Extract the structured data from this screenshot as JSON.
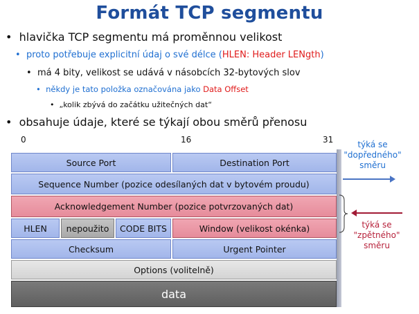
{
  "title": "Formát TCP segmentu",
  "bullets": {
    "b1": "hlavička TCP segmentu má proměnnou velikost",
    "b2_pre": "proto potřebuje explicitní údaj o své délce (",
    "b2_red": "HLEN: Header LENgth",
    "b2_post": ")",
    "b3": "má 4 bity, velikost se udává v násobcích 32-bytových slov",
    "b4_pre": "někdy je tato položka označována jako ",
    "b4_red": "Data Offset",
    "b5": "„kolik zbývá do začátku užitečných dat“",
    "b6": "obsahuje údaje, které se týkají obou směrů přenosu"
  },
  "bit_ticks": {
    "start": "0",
    "middle": "16",
    "end": "31"
  },
  "fields": {
    "source_port": "Source Port",
    "destination_port": "Destination Port",
    "sequence_number": "Sequence Number (pozice odesílaných dat v bytovém proudu)",
    "ack_number": "Acknowledgement Number (pozice potvrzovaných dat)",
    "hlen": "HLEN",
    "unused": "nepoužito",
    "code_bits": "CODE BITS",
    "window": "Window (velikost okénka)",
    "checksum": "Checksum",
    "urgent_pointer": "Urgent Pointer",
    "options": "Options (volitelně)",
    "data": "data"
  },
  "notes": {
    "forward": "týká se \"dopředného\" směru",
    "backward": "týká se \"zpětného\" směru"
  },
  "colors": {
    "title": "#1f4e9c",
    "level2_text": "#1f6fd1",
    "highlight_red": "#e01b1b",
    "forward_blue": "#1f6fd1",
    "backward_red": "#b7223b",
    "field_blue": "#a2b6ea",
    "field_pink": "#e68c9b",
    "field_gray": "#a9a9a9",
    "data_dark": "#5f5f5f"
  }
}
